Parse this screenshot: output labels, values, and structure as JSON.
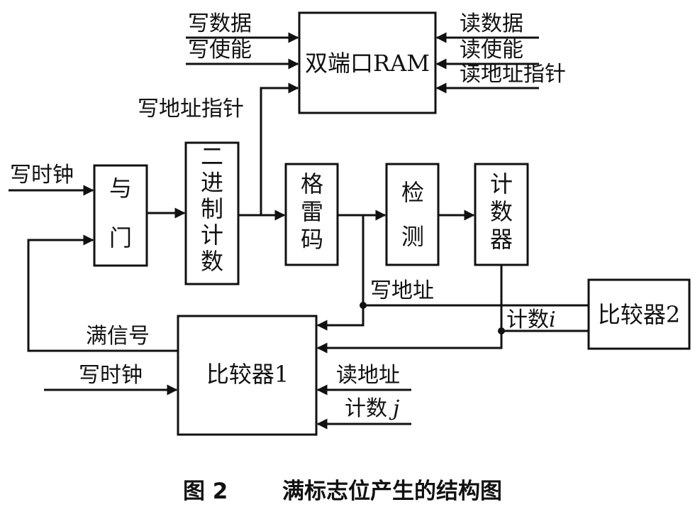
{
  "blocks": {
    "ram": "双端口RAM",
    "and_gate": [
      "与",
      "门"
    ],
    "binary_counter": [
      "二",
      "进",
      "制",
      "计",
      "数"
    ],
    "gray_code": [
      "格",
      "雷",
      "码"
    ],
    "detect": [
      "检",
      "测"
    ],
    "counter": [
      "计",
      "数",
      "器"
    ],
    "comparator1": "比较器1",
    "comparator2": "比较器2"
  },
  "signals": {
    "write_data": "写数据",
    "write_enable": "写使能",
    "read_data": "读数据",
    "read_enable": "读使能",
    "read_addr_pointer": "读地址指针",
    "write_addr_pointer": "写地址指针",
    "write_clock_top": "写时钟",
    "write_address": "写地址",
    "count_i_prefix": "计数",
    "count_i_var": "i",
    "full_signal": "满信号",
    "write_clock_bottom": "写时钟",
    "read_address": "读地址",
    "count_j_prefix": "计数",
    "count_j_var": "j"
  },
  "caption": {
    "figure_no": "图 2",
    "title": "满标志位产生的结构图"
  }
}
